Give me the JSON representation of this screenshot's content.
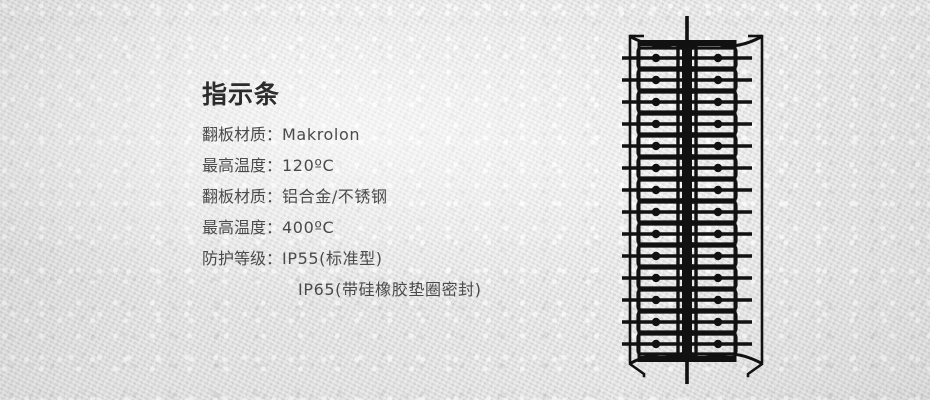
{
  "page": {
    "background_color": "#e8e8e8",
    "title_color": "#2c2c2c",
    "text_color": "#4a4a4a",
    "line_color": "#111111"
  },
  "content": {
    "title": "指示条",
    "specs": [
      {
        "label": "翻板材质：",
        "value": "Makrolon",
        "indented": false
      },
      {
        "label": "最高温度：",
        "value": "120ºC",
        "indented": false
      },
      {
        "label": "翻板材质：",
        "value": "铝合金/不锈钢",
        "indented": false
      },
      {
        "label": "最高温度：",
        "value": "400ºC",
        "indented": false
      },
      {
        "label": "防护等级：",
        "value": "IP55(标准型)",
        "indented": false
      },
      {
        "label": "",
        "value": "IP65(带硅橡胶垫圈密封)",
        "indented": true
      }
    ]
  },
  "diagram": {
    "name": "flap-indicator-strip-cross-section",
    "segment_count": 14,
    "has_center_shaft": true,
    "has_outer_rails": true
  }
}
